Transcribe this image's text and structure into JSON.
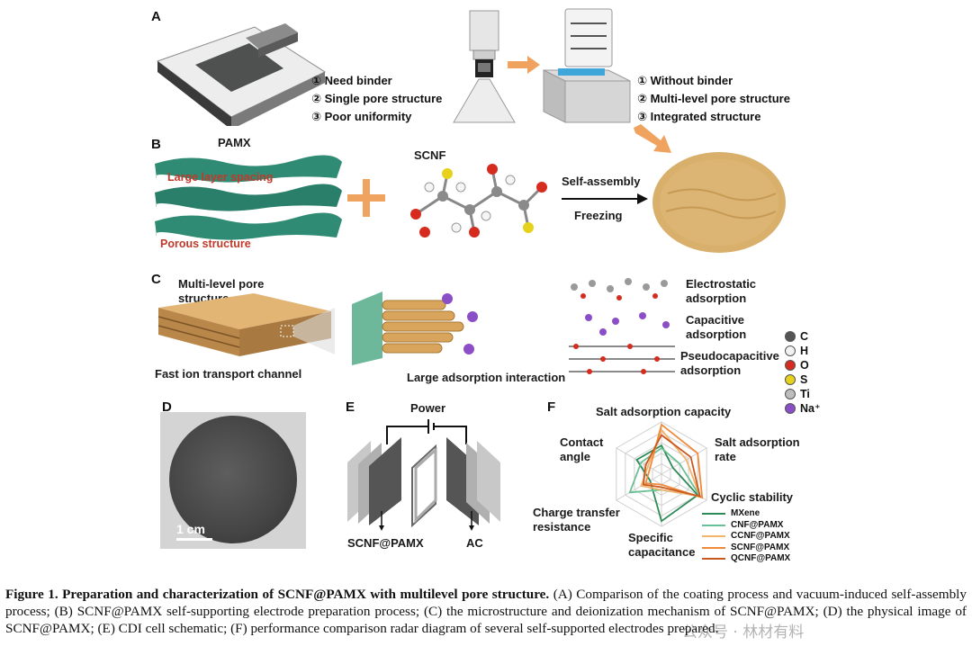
{
  "panels": {
    "A": {
      "label": "A",
      "left_list": [
        "① Need binder",
        "② Single pore structure",
        "③ Poor uniformity"
      ],
      "right_list": [
        "① Without binder",
        "② Multi-level pore structure",
        "③ Integrated structure"
      ]
    },
    "B": {
      "label": "B",
      "pamx_title": "PAMX",
      "large_layer": "Large layer spacing",
      "porous": "Porous structure",
      "scnf_title": "SCNF",
      "self_assembly": "Self-assembly",
      "freezing": "Freezing"
    },
    "C": {
      "label": "C",
      "multi_pore": "Multi-level pore\nstructure",
      "fast_ion": "Fast ion transport channel",
      "large_adsorption": "Large adsorption interaction",
      "electrostatic": "Electrostatic\nadsorption",
      "capacitive": "Capacitive\nadsorption",
      "pseudo": "Pseudocapacitive\nadsorption",
      "atoms": [
        {
          "symbol": "C",
          "color": "#555555"
        },
        {
          "symbol": "H",
          "color": "#f2f2f2"
        },
        {
          "symbol": "O",
          "color": "#d62b1f"
        },
        {
          "symbol": "S",
          "color": "#e6d21a"
        },
        {
          "symbol": "Ti",
          "color": "#bdbdbd"
        },
        {
          "symbol": "Na⁺",
          "color": "#8a4fc7"
        }
      ]
    },
    "D": {
      "label": "D",
      "scale": "1 cm"
    },
    "E": {
      "label": "E",
      "power": "Power",
      "left_electrode": "SCNF@PAMX",
      "right_electrode": "AC"
    },
    "F": {
      "label": "F",
      "axes": [
        "Salt adsorption capacity",
        "Salt adsorption\nrate",
        "Cyclic stability",
        "Specific\ncapacitance",
        "Charge transfer\nresistance",
        "Contact\nangle"
      ],
      "legend": [
        {
          "name": "MXene",
          "color": "#2e8b57"
        },
        {
          "name": "CNF@PAMX",
          "color": "#6bbf95"
        },
        {
          "name": "CCNF@PAMX",
          "color": "#f3b46b"
        },
        {
          "name": "SCNF@PAMX",
          "color": "#f08a3a"
        },
        {
          "name": "QCNF@PAMX",
          "color": "#c9581f"
        }
      ],
      "series_values": [
        [
          0.55,
          0.25,
          0.8,
          0.9,
          0.25,
          0.55
        ],
        [
          0.5,
          0.4,
          0.85,
          0.3,
          0.7,
          0.45
        ],
        [
          0.85,
          0.55,
          0.85,
          0.3,
          0.45,
          0.3
        ],
        [
          0.95,
          0.8,
          0.9,
          0.2,
          0.35,
          0.25
        ],
        [
          0.75,
          0.65,
          0.85,
          0.25,
          0.4,
          0.35
        ]
      ]
    }
  },
  "caption": {
    "title": "Figure 1. Preparation and characterization of SCNF@PAMX with multilevel pore structure.",
    "body": " (A) Comparison of the coating process and vacuum-induced self-assembly process; (B) SCNF@PAMX self-supporting electrode preparation process; (C) the microstructure and deionization mechanism of SCNF@PAMX; (D) the physical image of SCNF@PAMX; (E) CDI cell schematic; (F) performance comparison radar diagram of several self-supported electrodes prepared."
  },
  "watermark": "公众号 · 林材有料"
}
